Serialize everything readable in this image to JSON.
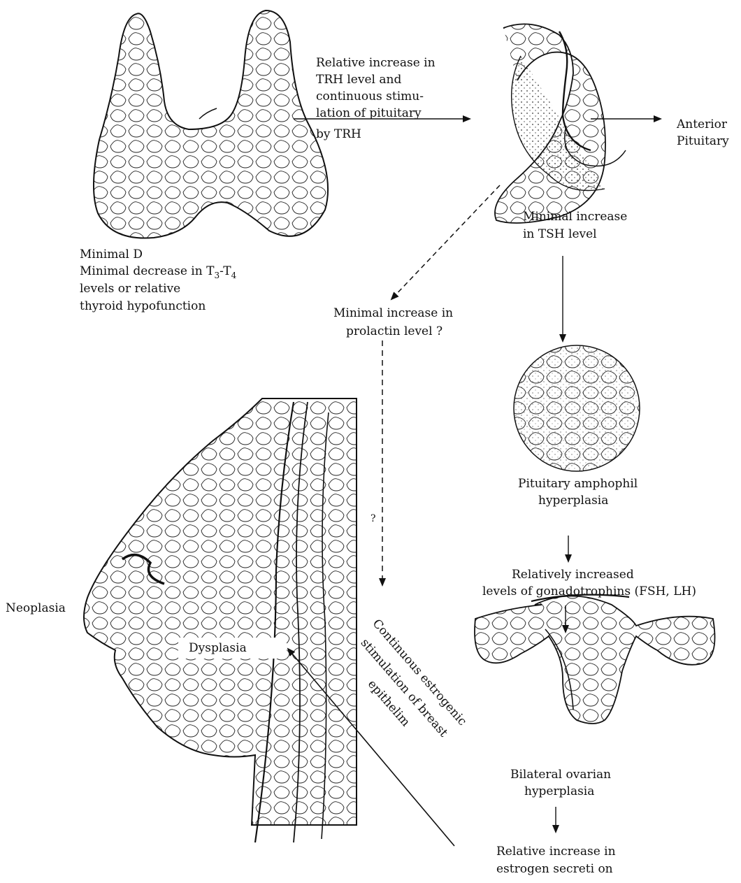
{
  "thyroid": {
    "label_line1": "Minimal D",
    "label_line2a": "Minimal decrease in T",
    "t3_sub": "3",
    "dash": "-T",
    "t4_sub": "4",
    "label_line3": "levels or relative",
    "label_line4": "thyroid hypofunction"
  },
  "trh_arrow": {
    "line1": "Relative increase in",
    "line2": "TRH level and",
    "line3": "continuous stimu-",
    "line4": "lation of pituitary",
    "line5": "by TRH"
  },
  "pituitary": {
    "label_line1": "Anterior",
    "label_line2": "Pituitary",
    "tsh_line1": "Minimal increase",
    "tsh_line2": "in TSH level"
  },
  "prolactin": {
    "line1": "Minimal increase in",
    "line2": "prolactin level ?",
    "question": "?"
  },
  "amphophil": {
    "line1": "Pituitary amphophil",
    "line2": "hyperplasia"
  },
  "gonadotrophins": {
    "line1": "Relatively increased",
    "line2": "levels of gonadotrophins (FSH, LH)"
  },
  "ovary": {
    "line1": "Bilateral ovarian",
    "line2": "hyperplasia"
  },
  "estrogen": {
    "line1": "Relative increase in",
    "line2": "estrogen secreti on"
  },
  "breast": {
    "neoplasia": "Neoplasia",
    "dysplasia": "Dysplasia",
    "stim_line1": "Continuous estrogenic",
    "stim_line2": "stimulation of breast",
    "stim_line3": "epithelim"
  }
}
